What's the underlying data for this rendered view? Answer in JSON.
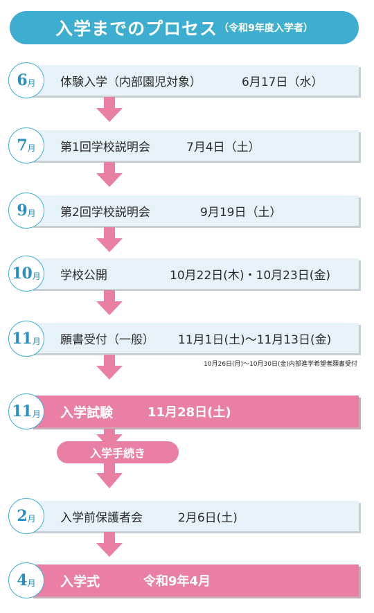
{
  "title": {
    "main": "入学までのプロセス",
    "sub": "（令和9年度入学者）"
  },
  "steps": [
    {
      "month_num": "6",
      "month_unit": "月",
      "label": "体験入学（内部園児対象）",
      "date": "6月17日（水）"
    },
    {
      "month_num": "7",
      "month_unit": "月",
      "label": "第1回学校説明会",
      "date": "7月4日（土）"
    },
    {
      "month_num": "9",
      "month_unit": "月",
      "label": "第2回学校説明会",
      "date": "9月19日（土）"
    },
    {
      "month_num": "10",
      "month_unit": "月",
      "label": "学校公開",
      "date": "10月22日(木)・10月23日(金)"
    },
    {
      "month_num": "11",
      "month_unit": "月",
      "label": "願書受付（一般）",
      "date": "11月1日(土)〜11月13日(金)",
      "note": "10月26日(月)〜10月30日(金)内部進学希望者願書受付"
    },
    {
      "month_num": "11",
      "month_unit": "月",
      "label": "入学試験",
      "date": "11月28日(土)"
    },
    {
      "month_num": "2",
      "month_unit": "月",
      "label": "入学前保護者会",
      "date": "2月6日(土)"
    },
    {
      "month_num": "4",
      "month_unit": "月",
      "label": "入学式",
      "date": "令和9年4月"
    }
  ],
  "procedure_pill": "入学手続き",
  "colors": {
    "accent_blue": "#3eaed0",
    "pink": "#ea7fa5",
    "light_bar": "#e6f2f7",
    "arrow_pink": "#ea7fa5"
  }
}
